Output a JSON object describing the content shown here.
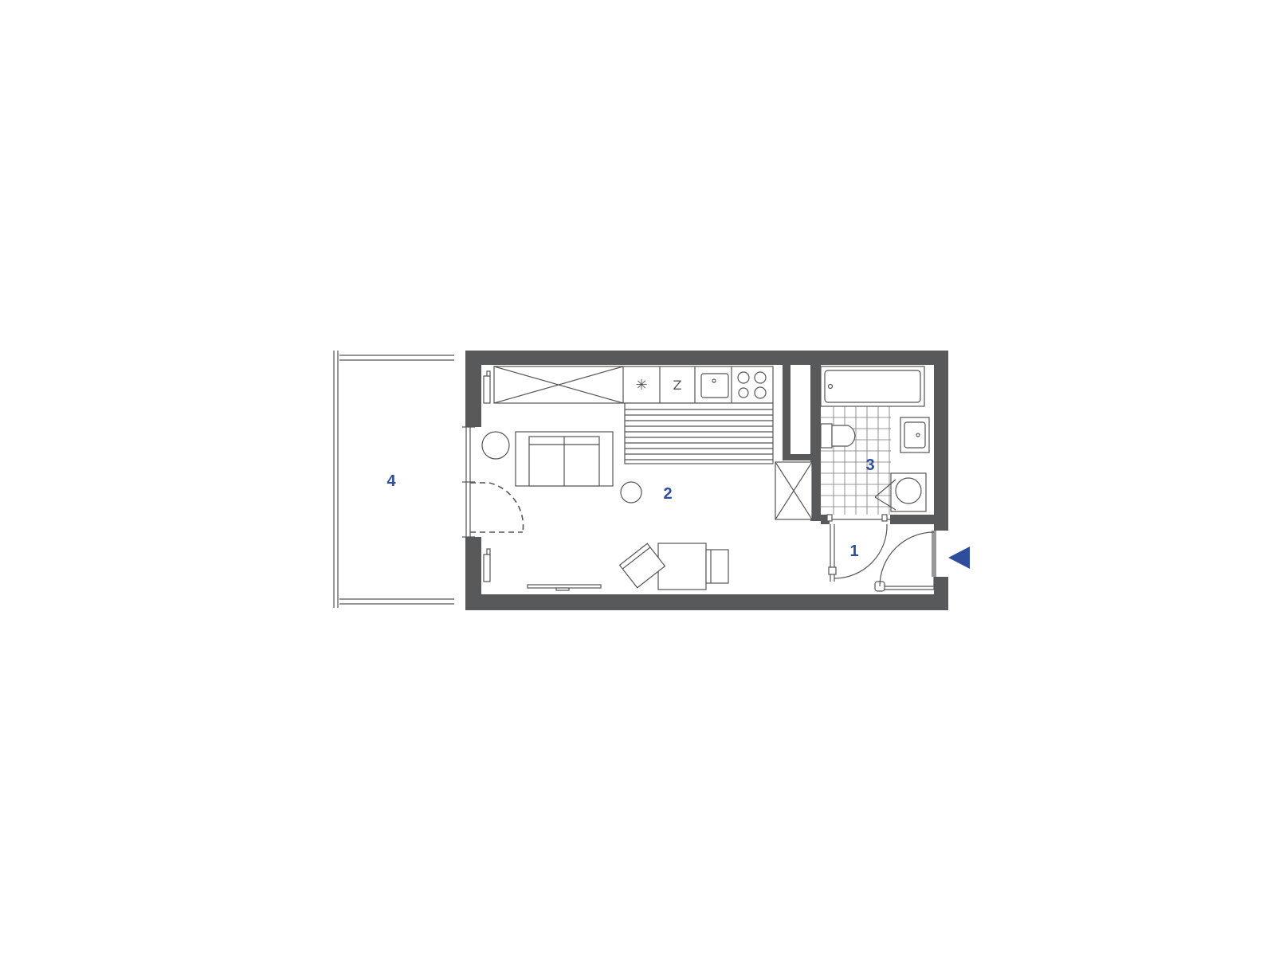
{
  "colors": {
    "wall": "#58595b",
    "line": "#555555",
    "label": "#2e4d9c",
    "entrance_marker": "#2e4d9c",
    "background": "#ffffff"
  },
  "rooms": [
    {
      "id": "hall",
      "label": "1"
    },
    {
      "id": "living",
      "label": "2"
    },
    {
      "id": "bathroom",
      "label": "3"
    },
    {
      "id": "balcony",
      "label": "4"
    }
  ],
  "fixtures": {
    "freezer_symbol": "✳",
    "fridge_symbol": "Z"
  },
  "icons": {
    "entrance": "entrance-arrow-icon"
  }
}
